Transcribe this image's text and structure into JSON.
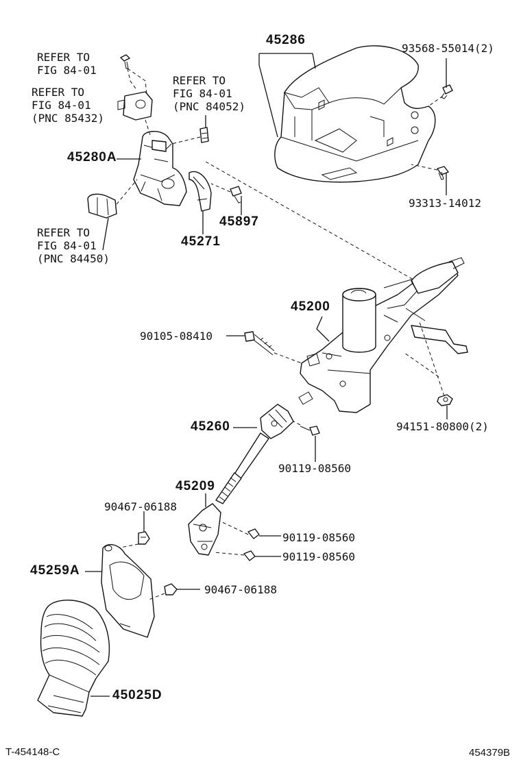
{
  "labels": {
    "p45286": "45286",
    "p93568": "93568-55014(2)",
    "p93313": "93313-14012",
    "refer1_l1": "REFER TO",
    "refer1_l2": "FIG 84-01",
    "refer2_l1": "REFER TO",
    "refer2_l2": "FIG 84-01",
    "refer2_l3": "(PNC 85432)",
    "refer3_l1": "REFER TO",
    "refer3_l2": "FIG 84-01",
    "refer3_l3": "(PNC 84052)",
    "p45280A": "45280A",
    "p45897": "45897",
    "p45271": "45271",
    "refer4_l1": "REFER TO",
    "refer4_l2": "FIG 84-01",
    "refer4_l3": "(PNC 84450)",
    "p45200": "45200",
    "p90105": "90105-08410",
    "p94151": "94151-80800(2)",
    "p45260": "45260",
    "p90119a": "90119-08560",
    "p45209": "45209",
    "p90467a": "90467-06188",
    "p90119b": "90119-08560",
    "p90119c": "90119-08560",
    "p45259A": "45259A",
    "p90467b": "90467-06188",
    "p45025D": "45025D"
  },
  "footer": {
    "left": "T-454148-C",
    "right": "454379B"
  }
}
